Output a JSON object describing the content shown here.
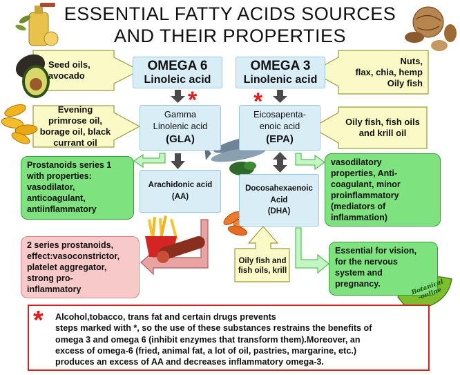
{
  "title": {
    "line1": "ESSENTIAL FATTY ACIDS  SOURCES",
    "line2": "AND THEIR PROPERTIES"
  },
  "omega6": {
    "name": "OMEGA 6",
    "acid": "Linoleic acid",
    "source1": [
      "Seed oils,",
      "avocado"
    ],
    "source2": [
      "Evening",
      "primrose oil,",
      "borage oil, black",
      "currant oil"
    ],
    "gla": [
      "Gamma",
      "Linolenic acid",
      "(GLA)"
    ],
    "aa": [
      "Arachidonic acid",
      "(AA)"
    ],
    "series1": [
      "Prostanoids series 1",
      "with properties:",
      "vasodilator,",
      "anticoagulant,",
      "antiinflammatory"
    ],
    "series2": [
      "2 series prostanoids,",
      "effect:vasoconstrictor,",
      "platelet aggregator,",
      "strong pro-",
      "inflammatory"
    ]
  },
  "omega3": {
    "name": "OMEGA 3",
    "acid": "Linolenic acid",
    "source1": [
      "Nuts,",
      "flax, chia, hemp",
      "Oily fish"
    ],
    "source2": [
      "Oily fish, fish oils",
      "and krill oil"
    ],
    "epa": [
      "Eicosapenta-",
      "enoic acid",
      "(EPA)"
    ],
    "dha": [
      "Docosahexaenoic",
      "Acid",
      "(DHA)"
    ],
    "dha_source": [
      "Oily fish and",
      "fish oils, krill"
    ],
    "epa_props": [
      "vasodilatory",
      "properties, Anti-",
      "coagulant, minor",
      "proinflammatory",
      "(mediators of",
      "inflammation)"
    ],
    "dha_props": [
      "Essential for vision,",
      "for the nervous",
      "system and",
      "pregnancy."
    ]
  },
  "star_symbol": "*",
  "note": {
    "lines": [
      "Alcohol,tobacco, trans fat and certain drugs prevents",
      "steps marked with *, so the use of these substances restrains the benefits of",
      "omega 3 and omega 6 (inhibit enzymes that transform them).Moreover, an",
      "excess of omega-6 (fried, animal fat, a lot of oil, pastries, margarine, etc.)",
      "produces an excess of AA and decreases inflammatory omega-3."
    ]
  },
  "logo": {
    "line1": "Botanical",
    "line2": "-online"
  },
  "colors": {
    "blue_box": "#d9edf7",
    "green_box": "#7ee37e",
    "pink_box": "#f7c9c9",
    "yellow_arrow": "#fafac6",
    "green_arrow": "#c4f5c4",
    "pink_arrow": "#e9a3a3",
    "star_red": "#e21c1c"
  }
}
